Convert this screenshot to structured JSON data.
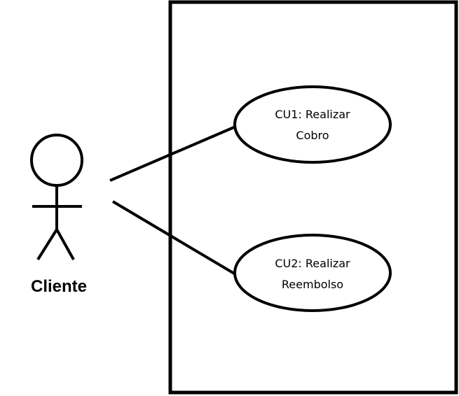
{
  "diagram": {
    "actor": {
      "label": "Cliente"
    },
    "use_cases": [
      {
        "line1": "CU1: Realizar",
        "line2": "Cobro"
      },
      {
        "line1": "CU2: Realizar",
        "line2": "Reembolso"
      }
    ],
    "colors": {
      "stroke": "#000000",
      "background": "#ffffff"
    }
  }
}
